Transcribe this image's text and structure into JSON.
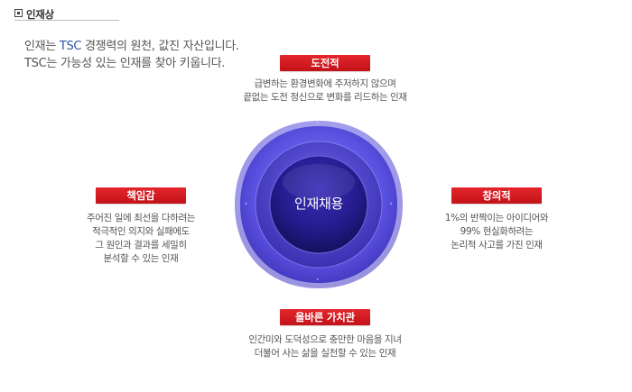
{
  "header": {
    "title": "인재상",
    "bullet_icon": "square-bullet-icon"
  },
  "intro": {
    "line1_before": "인재는 ",
    "line1_brand": "TSC",
    "line1_after": " 경쟁력의 원천, 값진 자산입니다.",
    "line2": "TSC는 가능성 있는 인재를 찾아 키웁니다."
  },
  "center": {
    "label": "인재채용"
  },
  "values": {
    "top": {
      "title": "도전적",
      "line1": "급변하는 환경변화에 주저하지 않으며",
      "line2": "끝없는 도전 정신으로 변화를 리드하는 인재"
    },
    "left": {
      "title": "책임감",
      "line1": "주어진 일에 최선을 다하려는",
      "line2": "적극적인 의지와 실패에도",
      "line3": "그 원인과 결과를 세밀히",
      "line4": "분석할 수 있는 인재"
    },
    "right": {
      "title": "창의적",
      "line1": "1%의 반짝이는 아이디어와",
      "line2": "99% 현실화하려는",
      "line3": "논리적 사고를 가진 인재"
    },
    "bottom": {
      "title": "올바른 가치관",
      "line1": "인간미와 도덕성으로 충만한 마음을 지녀",
      "line2": "더불어 사는 삶을 실천할 수 있는 인재"
    }
  },
  "colors": {
    "accent_red": "#d81c23",
    "brand_blue": "#2b55a8",
    "diagram_purple": "#5a50d6"
  },
  "icons": {
    "arrow_up": "˄",
    "arrow_down": "˅",
    "arrow_left": "‹",
    "arrow_right": "›"
  }
}
